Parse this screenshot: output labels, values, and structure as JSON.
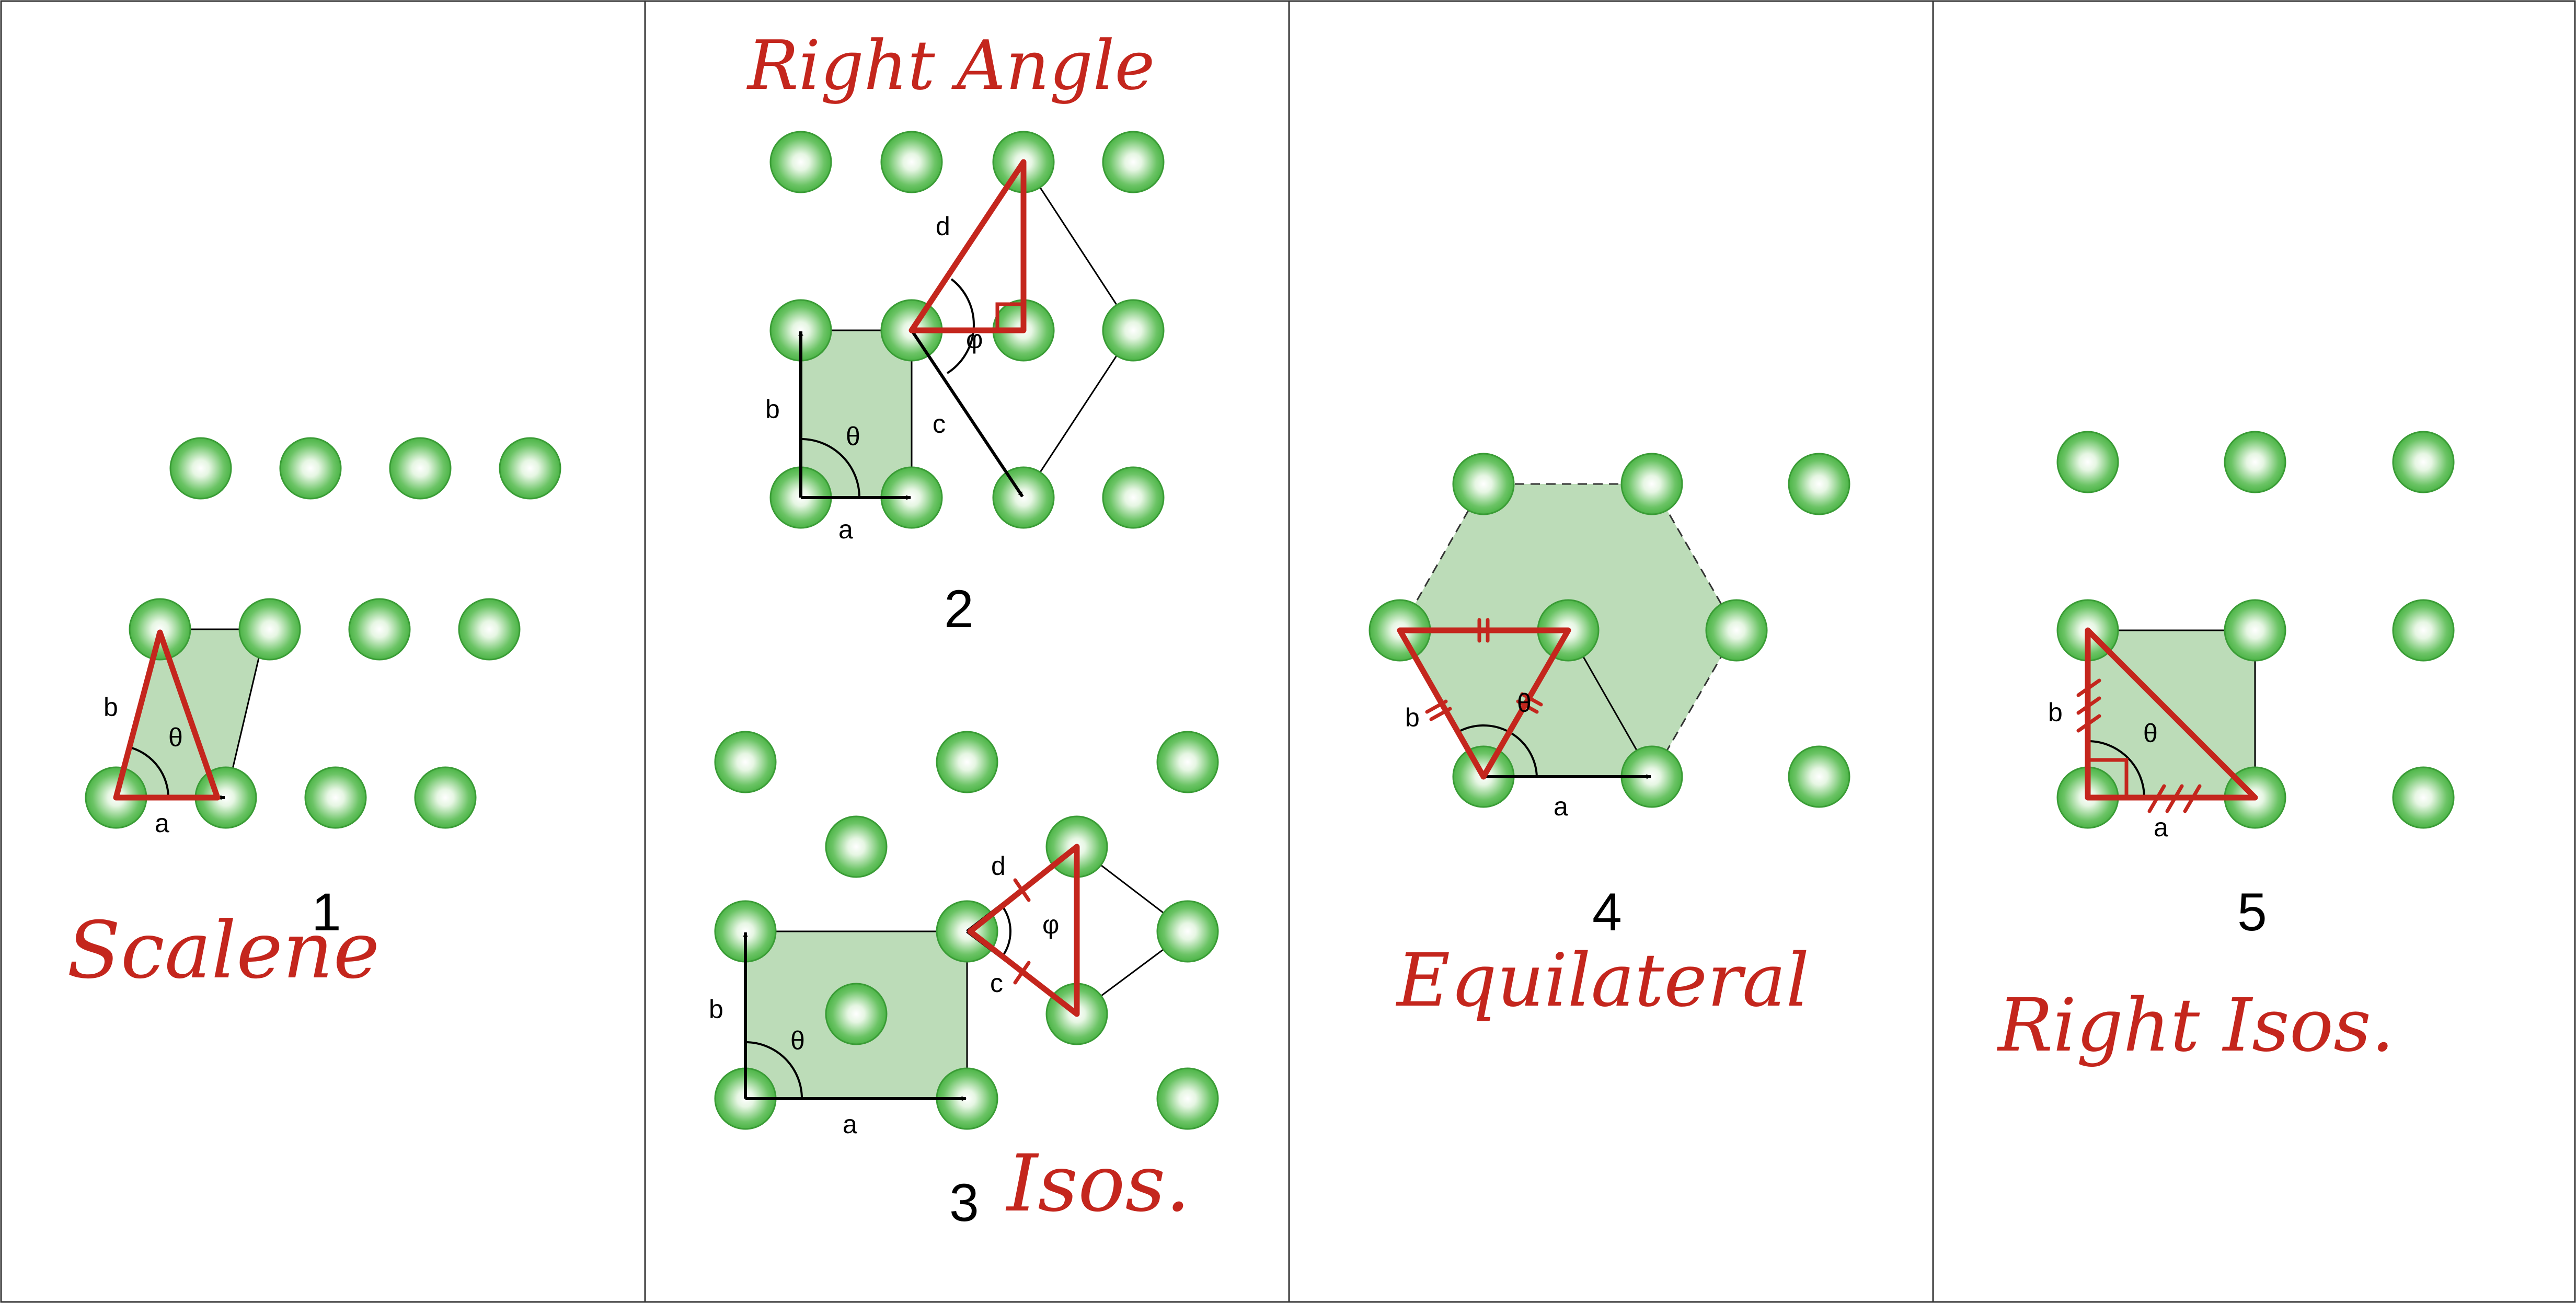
{
  "panels": [
    {
      "number": "1",
      "annotation": "Scalene",
      "vectors": {
        "a": "a",
        "b": "b"
      },
      "angle": "θ"
    },
    {
      "number": "2",
      "annotation": "Right Angle",
      "vectors": {
        "a": "a",
        "b": "b",
        "c": "c",
        "d": "d"
      },
      "angle": "θ",
      "angle2": "φ"
    },
    {
      "number": "3",
      "annotation": "Isos.",
      "vectors": {
        "a": "a",
        "b": "b",
        "c": "c",
        "d": "d"
      },
      "angle": "θ",
      "angle2": "φ"
    },
    {
      "number": "4",
      "annotation": "Equilateral",
      "vectors": {
        "a": "a",
        "b": "b"
      },
      "angle": "θ"
    },
    {
      "number": "5",
      "annotation": "Right Isos.",
      "vectors": {
        "a": "a",
        "b": "b"
      },
      "angle": "θ"
    }
  ],
  "colors": {
    "atom": "#3fae3a",
    "cell_fill": "#bcdcb8",
    "annotation": "#c4261d",
    "vector": "#000000"
  }
}
